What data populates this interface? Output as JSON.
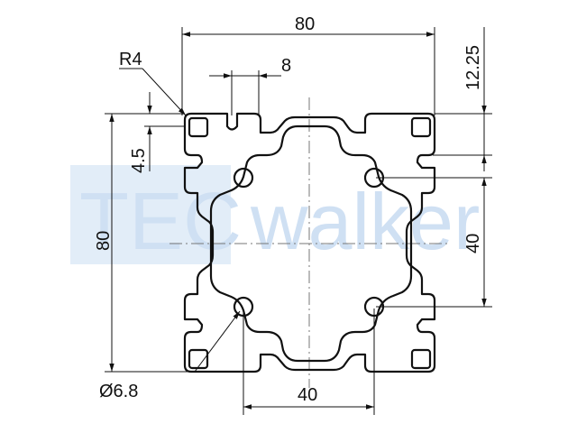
{
  "watermark": {
    "text_left": "TEC",
    "text_right": "walker",
    "color": "#cfe0f3"
  },
  "dimensions": {
    "width_top": "80",
    "slot_width": "8",
    "offset_right": "12.25",
    "radius": "R4",
    "depth": "4.5",
    "height_left": "80",
    "pitch_right": "40",
    "hole_diameter": "Ø6.8",
    "pitch_bottom": "40"
  }
}
